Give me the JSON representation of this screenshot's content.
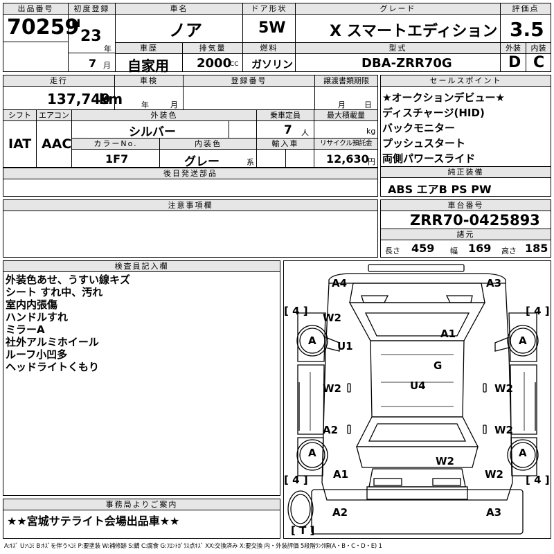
{
  "header": {
    "lot_no_label": "出品番号",
    "lot_no": "70259",
    "first_reg_label": "初度登録",
    "era": "H",
    "year_num": "23",
    "year_unit": "年",
    "month_num": "7",
    "month_unit": "月",
    "car_name_label": "車名",
    "car_name": "ノア",
    "door_label": "ドア形状",
    "door": "5W",
    "grade_label": "グレード",
    "grade": "X スマートエディション",
    "score_label": "評価点",
    "score": "3.5",
    "history_label": "車歴",
    "history": "自家用",
    "displacement_label": "排気量",
    "displacement": "2000",
    "displacement_unit": "CC",
    "fuel_label": "燃料",
    "fuel": "ガソリン",
    "model_label": "型式",
    "model": "DBA-ZRR70G",
    "exterior_label": "外装",
    "exterior": "D",
    "interior_label": "内装",
    "interior": "C"
  },
  "row2": {
    "mileage_label": "走行",
    "mileage": "137,749",
    "mileage_unit": "km",
    "inspection_label": "車検",
    "insp_year_unit": "年",
    "insp_month_unit": "月",
    "reg_no_label": "登録番号",
    "transfer_label": "譲渡書類期限",
    "transfer_month_unit": "月",
    "transfer_day_unit": "日",
    "shift_label": "シフト",
    "shift": "IAT",
    "ac_label": "エアコン",
    "ac": "AAC",
    "ext_color_label": "外装色",
    "ext_color": "シルバー",
    "capacity_label": "乗車定員",
    "capacity": "7",
    "capacity_unit": "人",
    "load_label": "最大積載量",
    "load_unit": "kg",
    "color_no_label": "カラーNo.",
    "color_no": "1F7",
    "int_color_label": "内装色",
    "int_color": "グレー",
    "int_color_unit": "系",
    "import_label": "輸入車",
    "recycle_label": "リサイクル預託金",
    "recycle": "12,630",
    "recycle_unit": "円",
    "later_parts_label": "後日発送部品"
  },
  "sales_points": {
    "label": "セールスポイント",
    "items": [
      "★オークションデビュー★",
      "ディスチャージ(HID)",
      "バックモニター",
      "プッシュスタート",
      "両側パワースライド"
    ]
  },
  "equipment": {
    "label": "純正装備",
    "value": "ABS エアB PS PW"
  },
  "notes": {
    "label": "注意事項欄"
  },
  "chassis": {
    "label": "車台番号",
    "value": "ZRR70-0425893"
  },
  "dimensions": {
    "label": "諸元",
    "length_label": "長さ",
    "length": "459",
    "width_label": "幅",
    "width": "169",
    "height_label": "高さ",
    "height": "185"
  },
  "inspector": {
    "label": "検査員記入欄",
    "items": [
      "外装色あせ、うすい線キズ",
      "シート すれ中、汚れ",
      "室内内張傷",
      "ハンドルすれ",
      "ミラーA",
      "社外アルミホイール",
      "ルーフ小凹多",
      "ヘッドライトくもり"
    ]
  },
  "office": {
    "label": "事務局よりご案内",
    "message": "★★宮城サテライト会場出品車★★"
  },
  "diagram": {
    "marks": {
      "a4": "A4",
      "a3_top": "A3",
      "w2_l1": "W2",
      "a1_roof": "A1",
      "u1": "U1",
      "g": "G",
      "w2_l2": "W2",
      "u4": "U4",
      "w2_r2": "W2",
      "a2_l": "A2",
      "w2_r3": "W2",
      "w2_bot": "W2",
      "a1_bot": "A1",
      "w2_br": "W2",
      "a2_bot": "A2",
      "a3_bot": "A3",
      "tire_a": "A",
      "tire_4": "[ 4 ]",
      "spare": "[ T ]"
    }
  },
  "legend": "A:ｷｽﾞ U:ﾍｺﾐ B:ｷｽﾞを伴うﾍｺﾐ P:要塗装 W:補修跡 S:錆 C:腐食 G:ﾌﾛﾝﾄｶﾞﾗｽ点ｷｽﾞ XX:交換済み X:要交換 内・外装評価 5段階ﾗﾝｸ順(A・B・C・D・E) 1"
}
